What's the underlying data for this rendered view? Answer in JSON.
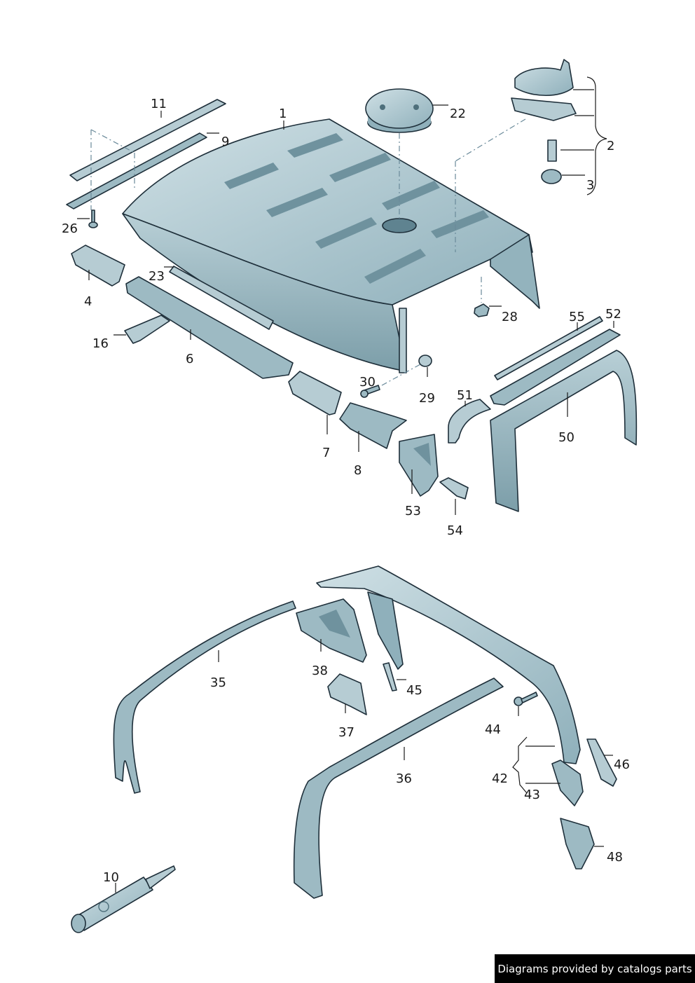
{
  "labels": {
    "p1": "1",
    "p2": "2",
    "p3": "3",
    "p4": "4",
    "p6": "6",
    "p7": "7",
    "p8": "8",
    "p9": "9",
    "p10": "10",
    "p11": "11",
    "p16": "16",
    "p22": "22",
    "p23": "23",
    "p26": "26",
    "p28": "28",
    "p29": "29",
    "p30": "30",
    "p35": "35",
    "p36": "36",
    "p37": "37",
    "p38": "38",
    "p42": "42",
    "p43": "43",
    "p44": "44",
    "p45": "45",
    "p46": "46",
    "p48": "48",
    "p50": "50",
    "p51": "51",
    "p52": "52",
    "p53": "53",
    "p54": "54",
    "p55": "55"
  },
  "footer": {
    "credit": "Diagrams provided by catalogs parts"
  },
  "colors": {
    "part_fill": "#a9c3cc",
    "part_light": "#cfe0e5",
    "part_dark": "#6f929e",
    "outline": "#1e2f3a",
    "footer_bg": "#000000",
    "footer_text": "#ffffff"
  }
}
